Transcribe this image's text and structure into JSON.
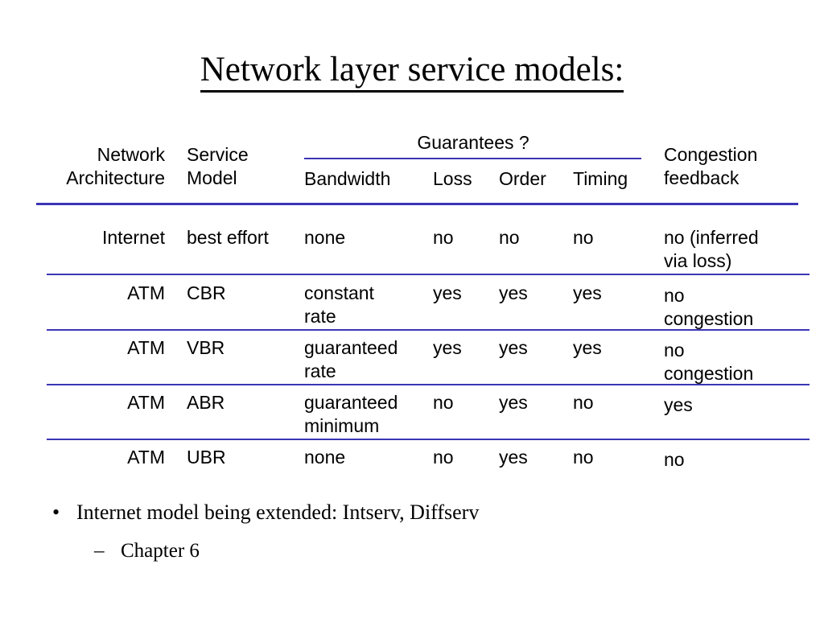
{
  "slide": {
    "title": "Network layer service models:"
  },
  "table": {
    "headers": {
      "architecture": "Network\nArchitecture",
      "service_model": "Service\nModel",
      "guarantees": "Guarantees ?",
      "bandwidth": "Bandwidth",
      "loss": "Loss",
      "order": "Order",
      "timing": "Timing",
      "congestion_feedback": "Congestion\nfeedback"
    },
    "rows": [
      {
        "architecture": "Internet",
        "service_model": "best effort",
        "bandwidth": "none",
        "loss": "no",
        "order": "no",
        "timing": "no",
        "congestion_feedback": "no (inferred\nvia loss)"
      },
      {
        "architecture": "ATM",
        "service_model": "CBR",
        "bandwidth": "constant\nrate",
        "loss": "yes",
        "order": "yes",
        "timing": "yes",
        "congestion_feedback": "no\ncongestion"
      },
      {
        "architecture": "ATM",
        "service_model": "VBR",
        "bandwidth": "guaranteed\nrate",
        "loss": "yes",
        "order": "yes",
        "timing": "yes",
        "congestion_feedback": "no\ncongestion"
      },
      {
        "architecture": "ATM",
        "service_model": "ABR",
        "bandwidth": "guaranteed\nminimum",
        "loss": "no",
        "order": "yes",
        "timing": "no",
        "congestion_feedback": "yes"
      },
      {
        "architecture": "ATM",
        "service_model": "UBR",
        "bandwidth": "none",
        "loss": "no",
        "order": "yes",
        "timing": "no",
        "congestion_feedback": "no"
      }
    ]
  },
  "bullets": {
    "level1_marker": "•",
    "level1_text": "Internet model being extended: Intserv, Diffserv",
    "level2_marker": "–",
    "level2_text": "Chapter 6"
  },
  "colors": {
    "rule": "#3b35b5",
    "text": "#000000",
    "background": "#ffffff"
  }
}
